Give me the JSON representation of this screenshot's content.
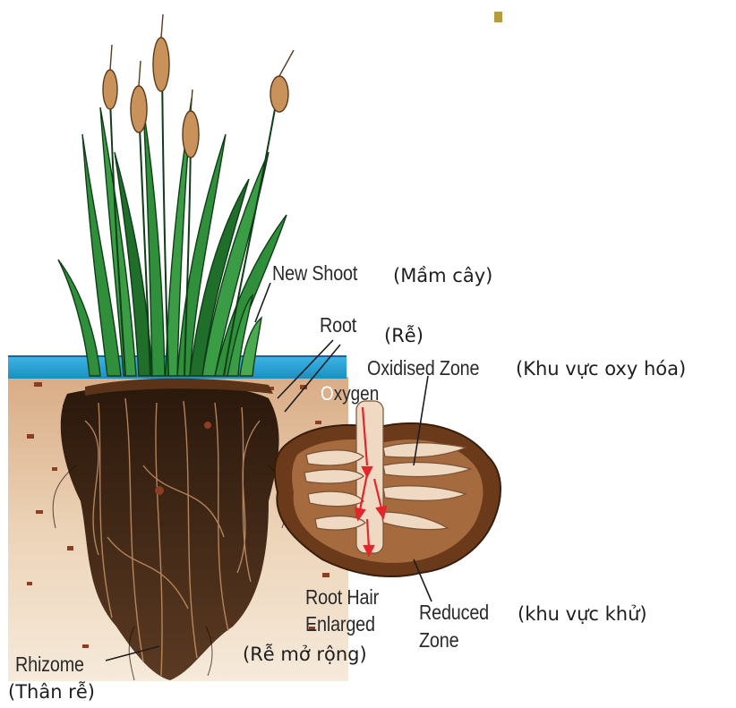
{
  "labels": {
    "new_shoot": "New Shoot",
    "new_shoot_vi": "(Mầm cây)",
    "root": "Root",
    "root_vi": "(Rễ)",
    "oxidised_zone": "Oxidised Zone",
    "oxidised_zone_vi": "(Khu vực oxy hóa)",
    "oxygen_first": "O",
    "oxygen_rest": "xygen",
    "root_hair_line1": "Root Hair",
    "root_hair_line2": "Enlarged",
    "root_hair_vi": "(Rễ mở rộng)",
    "reduced_line1": "Reduced",
    "reduced_line2": "Zone",
    "reduced_vi": "(khu vực khử)",
    "rhizome": "Rhizome",
    "rhizome_vi": "(Thân rễ)"
  },
  "colors": {
    "water": "#2aa6d8",
    "soil": "#e9c9a6",
    "leaf": "#2f8f3a",
    "leaf_dark": "#14511f",
    "cattail": "#c8925a",
    "root_dark": "#3a2414",
    "zone_brown": "#6a3a1a",
    "arrow": "#e3262b"
  }
}
